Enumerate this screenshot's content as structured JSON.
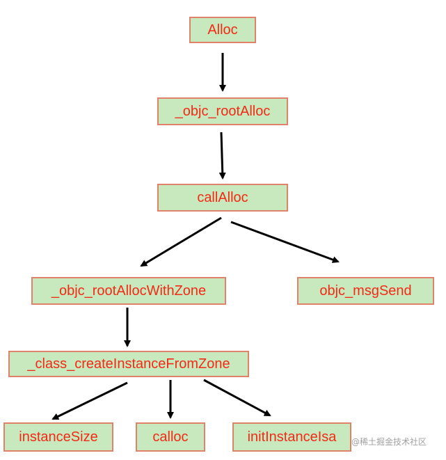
{
  "nodes": {
    "alloc": "Alloc",
    "objc_root_alloc": "_objc_rootAlloc",
    "call_alloc": "callAlloc",
    "root_alloc_with_zone": "_objc_rootAllocWithZone",
    "msg_send": "objc_msgSend",
    "create_instance": "_class_createInstanceFromZone",
    "instance_size": "instanceSize",
    "calloc": "calloc",
    "init_instance_isa": "initInstanceIsa"
  },
  "watermark": "@稀土掘金技术社区",
  "colors": {
    "node_fill": "#c8e8bd",
    "node_border": "#e0826a",
    "node_text": "#f22a16",
    "arrow": "#000000"
  }
}
